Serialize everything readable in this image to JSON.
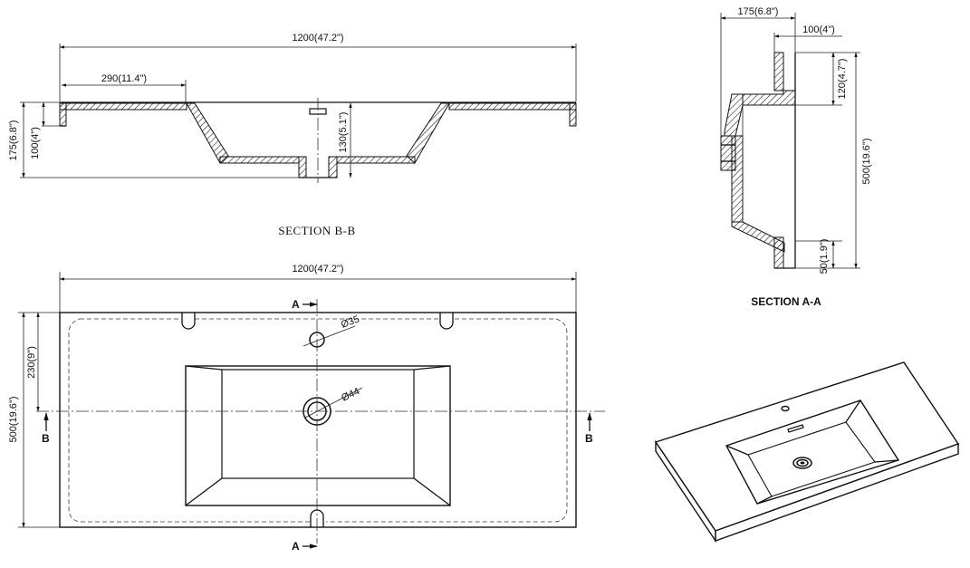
{
  "section_bb": {
    "title": "SECTION B-B",
    "width_dim": "1200(47.2\")",
    "ledge_dim": "290(11.4\")",
    "height_dim": "175(6.8\")",
    "edge_dim": "100(4\")",
    "bowl_dim": "130(5.1\")"
  },
  "section_aa": {
    "title": "SECTION A-A",
    "width_dim": "175(6.8\")",
    "edge_dim": "100(4\")",
    "top_dim": "120(4.7\")",
    "depth_dim": "500(19.6\")",
    "bottom_dim": "50(1.9\")"
  },
  "plan": {
    "width_dim": "1200(47.2\")",
    "depth_dim": "500(19.6\")",
    "offset_dim": "230(9\")",
    "tap_hole_dim": "Ø35",
    "drain_dim": "Ø44",
    "cut_a_top": "A",
    "cut_a_bottom": "A",
    "cut_b_left": "B",
    "cut_b_right": "B"
  }
}
